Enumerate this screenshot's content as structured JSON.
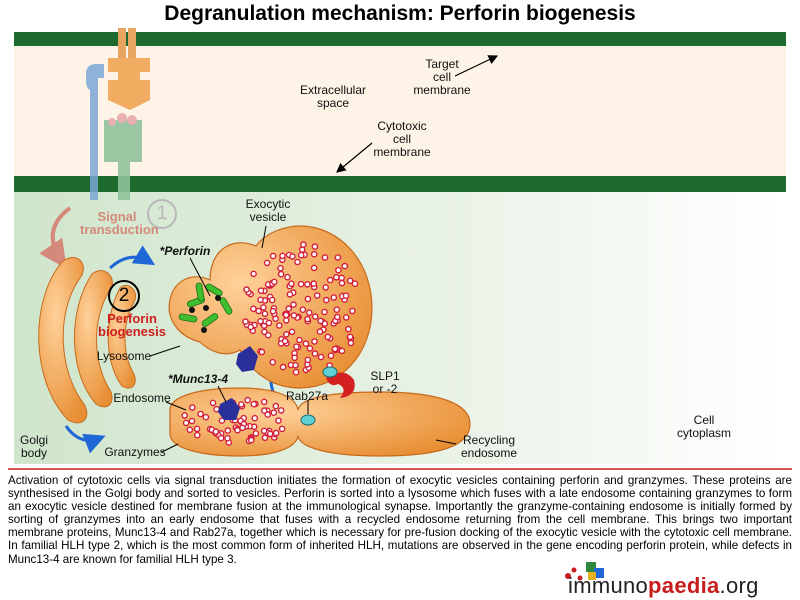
{
  "title": "Degranulation mechanism: Perforin biogenesis",
  "labels": {
    "target_cell_membrane": [
      "Target",
      "cell",
      "membrane"
    ],
    "extracellular_space": [
      "Extracellular",
      "space"
    ],
    "cytotoxic_cell_membrane": [
      "Cytotoxic",
      "cell",
      "membrane"
    ],
    "signal_transduction": [
      "Signal",
      "transduction"
    ],
    "step1": "1",
    "step2": "2",
    "exocytic_vesicle": [
      "Exocytic",
      "vesicle"
    ],
    "perforin": "*Perforin",
    "perforin_biogenesis": [
      "Perforin",
      "biogenesis"
    ],
    "lysosome": "Lysosome",
    "munc13_4": "*Munc13-4",
    "endosome": "Endosome",
    "slp": [
      "SLP1",
      "or -2"
    ],
    "rab27a": "Rab27a",
    "golgi_body": [
      "Golgi",
      "body"
    ],
    "granzymes": "Granzymes",
    "recycling_endosome": [
      "Recycling",
      "endosome"
    ],
    "cell_cytoplasm": [
      "Cell",
      "cytoplasm"
    ]
  },
  "caption": "Activation of cytotoxic cells via signal transduction initiates the formation of exocytic vesicles containing perforin and granzymes. These proteins are synthesised in the Golgi body and sorted to vesicles. Perforin is sorted into a lysosome which fuses with a late endosome containing granzymes to form an exocytic vesicle destined for membrane fusion at the immunological synapse. Importantly the granzyme-containing endosome is initially formed by sorting of granzymes into an early endosome that fuses with a recycled endosome returning from the cell membrane. This brings two important membrane proteins, Munc13-4 and Rab27a, together which is necessary for pre-fusion docking of the exocytic vesicle with the cytotoxic cell membrane. In familial HLH type 2, which is the most common form of inherited HLH, mutations are observed in the gene encoding perforin protein, while defects in Munc13-4 are known for familial HLH type 3.",
  "brand": {
    "prefix": "immuno",
    "highlight": "paedia",
    "suffix": ".org"
  },
  "colors": {
    "membrane": "#1e6b30",
    "extracellular_bg": "#fdf3e6",
    "cytoplasm_bg": "#dcecd8",
    "organelle": "#f0a04b",
    "organelle_edge": "#c86a1d",
    "granule": "#d11f3c",
    "perforin_rod": "#3fbf2f",
    "munc": "#2b2f9a",
    "arrow_blue": "#1f66d6",
    "slp": "#d42020",
    "rab": "#5fd0d6",
    "accent_red": "#cc1f1f"
  }
}
